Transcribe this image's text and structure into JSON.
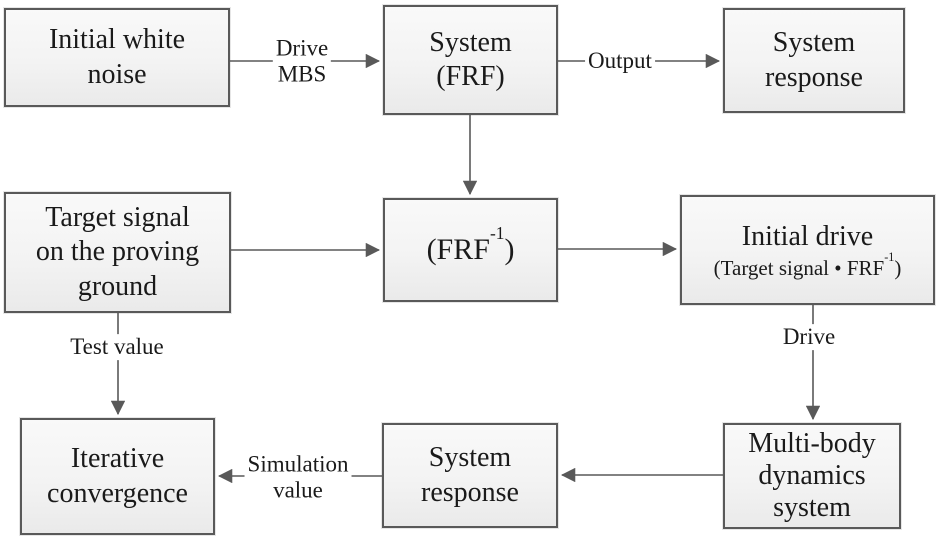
{
  "boxes": {
    "initial_white_noise": "Initial white\nnoise",
    "system_frf": "System\n(FRF)",
    "system_response_top": "System\nresponse",
    "target_signal": "Target signal\non the proving\nground",
    "frf_inverse": {
      "pre": "(FRF",
      "sup": "-1",
      "post": ")"
    },
    "initial_drive": {
      "title": "Initial drive",
      "sub_pre": "(Target signal • FRF",
      "sub_sup": "-1",
      "sub_post": ")"
    },
    "iterative_convergence": "Iterative\nconvergence",
    "system_response_bottom": "System\nresponse",
    "multibody_dynamics": "Multi-body\ndynamics\nsystem"
  },
  "edge_labels": {
    "drive_mbs": "Drive\nMBS",
    "output": "Output",
    "test_value": "Test value",
    "simulation_value": "Simulation\nvalue",
    "drive": "Drive"
  },
  "colors": {
    "box_border": "#595959",
    "box_fill_top": "#f9f9f9",
    "box_fill_bottom": "#eaeaea",
    "line": "#595959",
    "text": "#1a1a1a",
    "background": "#ffffff"
  }
}
